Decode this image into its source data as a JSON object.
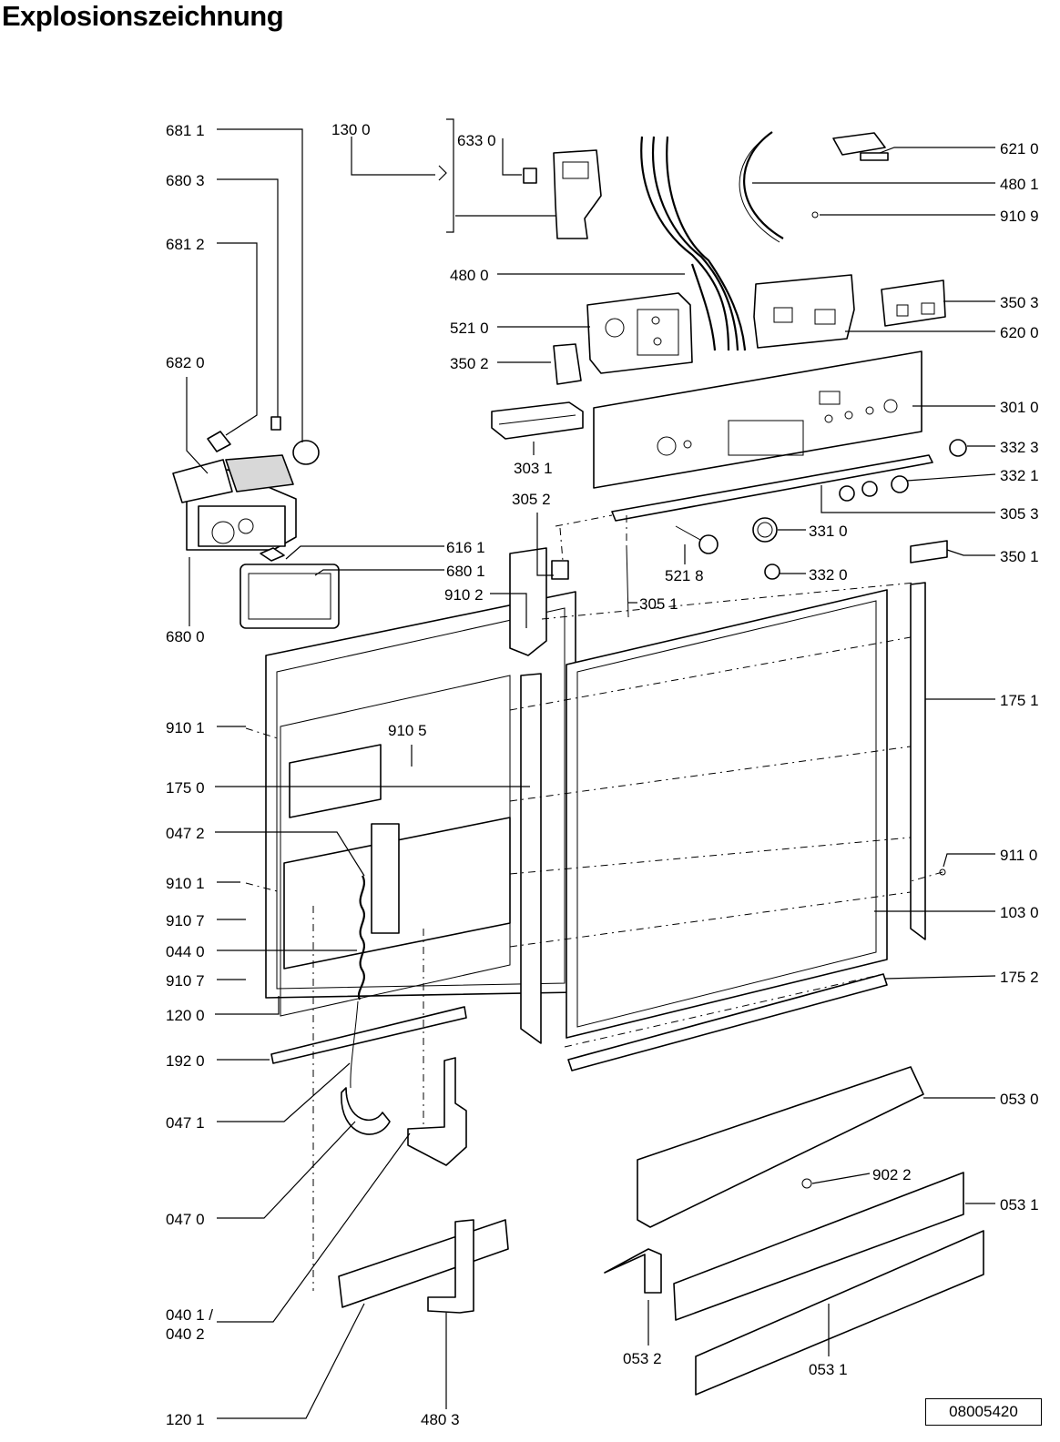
{
  "title": "Explosionszeichnung",
  "doc_number": "08005420",
  "labels": {
    "l6811": "681 1",
    "l6803": "680 3",
    "l6812": "681 2",
    "l6820": "682 0",
    "l6800": "680 0",
    "l1300": "130 0",
    "l6330": "633 0",
    "l4800": "480 0",
    "l5210": "521 0",
    "l3502": "350 2",
    "l3031": "303 1",
    "l3052": "305 2",
    "l6161": "616 1",
    "l6801": "680 1",
    "l9102": "910 2",
    "l5218": "521 8",
    "l3051": "305 1",
    "l6210": "621 0",
    "l4801": "480 1",
    "l9109": "910 9",
    "l3503": "350 3",
    "l6200": "620 0",
    "l3010": "301 0",
    "l3323": "332 3",
    "l3321": "332 1",
    "l3053": "305 3",
    "l3310": "331 0",
    "l3320": "332 0",
    "l3501": "350 1",
    "l1751": "175 1",
    "l9101a": "910 1",
    "l9105": "910 5",
    "l1750": "175 0",
    "l0472": "047 2",
    "l9101b": "910 1",
    "l9107a": "910 7",
    "l0440": "044 0",
    "l9107b": "910 7",
    "l1200": "120 0",
    "l1920": "192 0",
    "l0471": "047 1",
    "l0470": "047 0",
    "l0401": "040 1 /",
    "l0402": "040 2",
    "l1201": "120 1",
    "l4803": "480 3",
    "l9110": "911 0",
    "l1030": "103 0",
    "l1752": "175 2",
    "l0530": "053 0",
    "l9022": "902 2",
    "l0531a": "053 1",
    "l0532": "053 2",
    "l0531b": "053 1"
  }
}
